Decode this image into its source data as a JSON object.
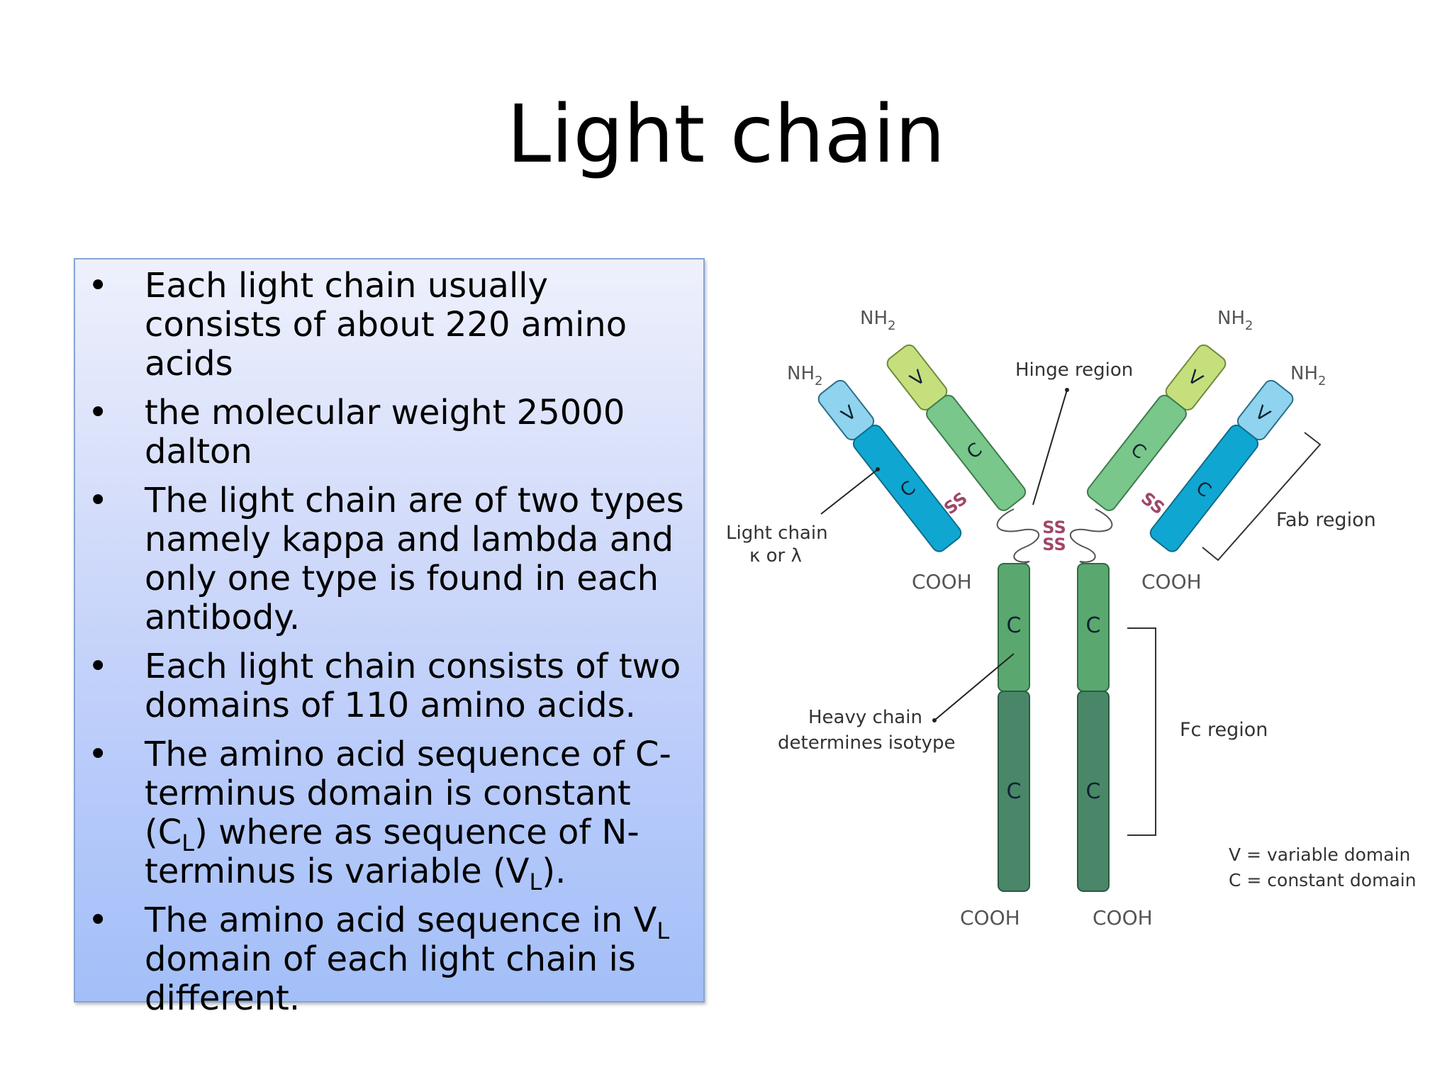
{
  "slide": {
    "title": "Light chain",
    "bullets": [
      {
        "parts": [
          "Each light chain usually consists of about 220 amino acids"
        ]
      },
      {
        "parts": [
          "the molecular weight 25000 dalton"
        ]
      },
      {
        "parts": [
          "The light chain are of two types namely kappa and lambda and only one type is found in each antibody."
        ]
      },
      {
        "parts": [
          "Each light chain consists of two domains of 110 amino acids."
        ]
      },
      {
        "parts": [
          "The amino acid sequence of C-terminus domain is constant (C",
          "L",
          ") where as sequence of N-terminus is variable (V",
          "L",
          ")."
        ]
      },
      {
        "parts": [
          "The amino acid sequence in V",
          "L",
          " domain of each light chain is different."
        ]
      }
    ]
  },
  "diagram": {
    "labels": {
      "nh2": "NH",
      "nh2_sub": "2",
      "cooh": "COOH",
      "hinge": "Hinge region",
      "light_chain_1": "Light chain",
      "light_chain_2": "κ or λ",
      "fab": "Fab region",
      "fc": "Fc region",
      "heavy_1": "Heavy chain",
      "heavy_2": "determines isotype",
      "legend_v": "V = variable domain",
      "legend_c": "C = constant domain",
      "ss": "SS",
      "v": "V",
      "c": "C"
    },
    "colors": {
      "light_v": "#8fd3ee",
      "light_c": "#0fa7d2",
      "heavy_v": "#c6df7d",
      "heavy_c1": "#79c78a",
      "heavy_fc_upper": "#5aa86f",
      "heavy_fc_lower": "#4a8768",
      "ss": "#a0466a"
    }
  }
}
